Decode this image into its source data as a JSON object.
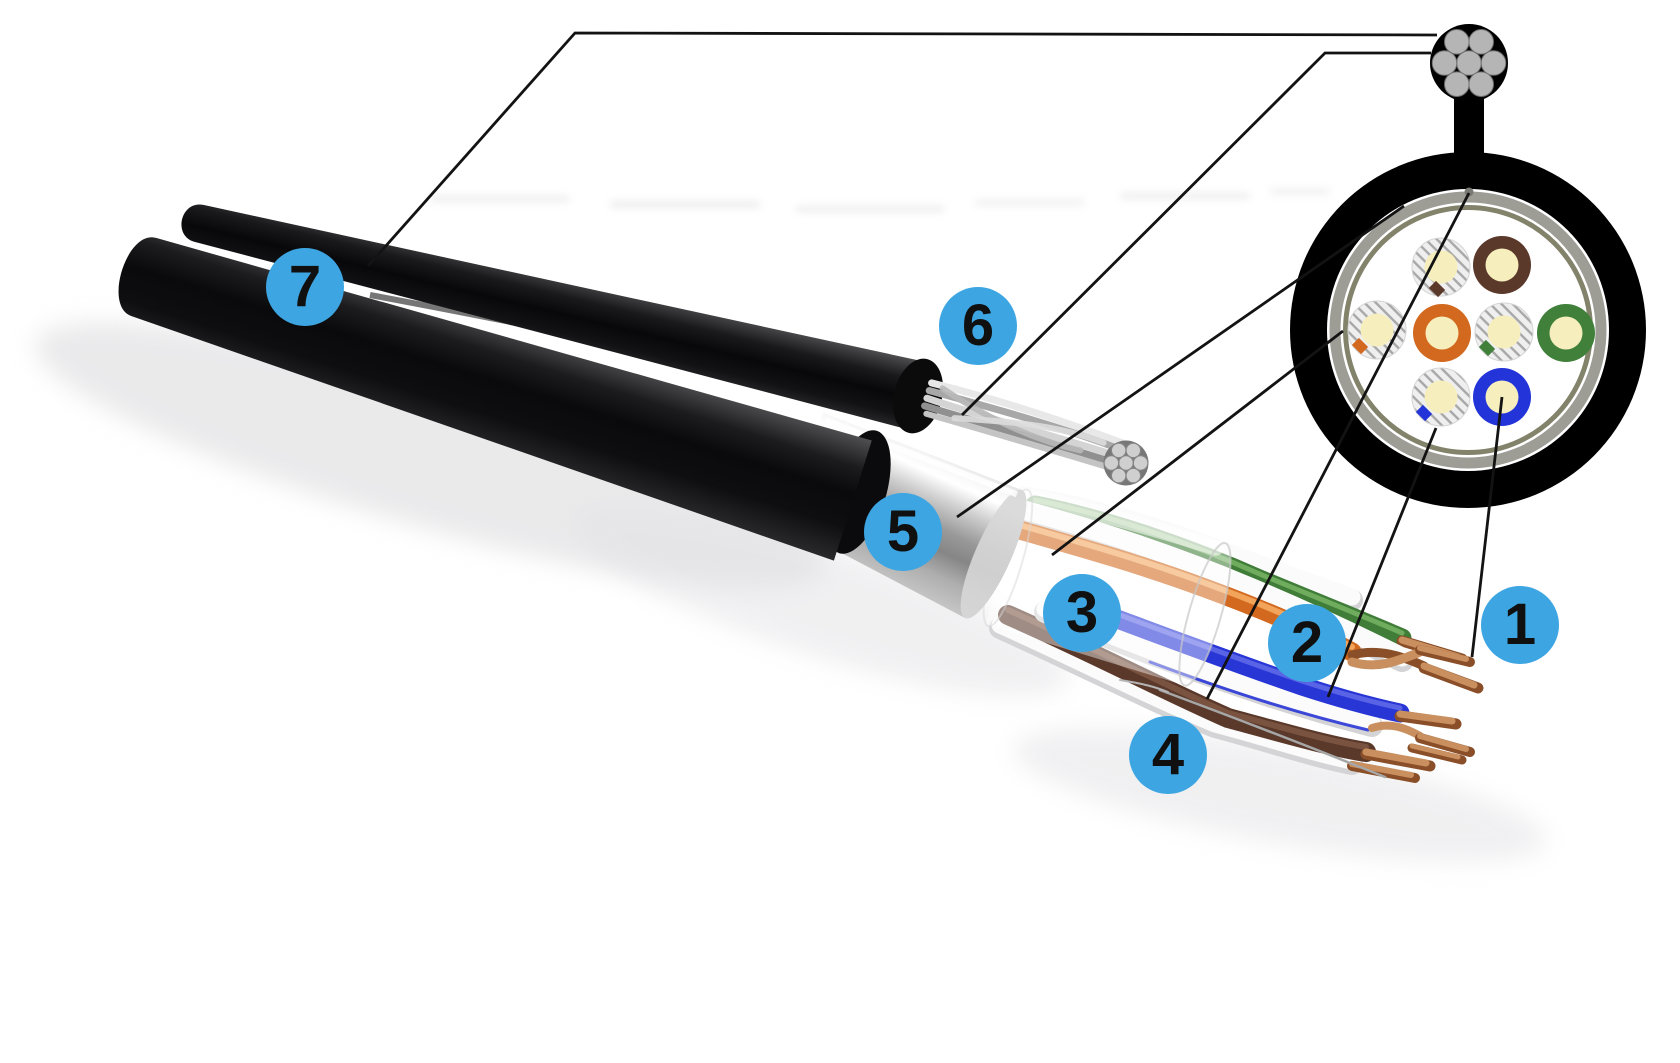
{
  "callouts": {
    "c1": {
      "label": "1"
    },
    "c2": {
      "label": "2"
    },
    "c3": {
      "label": "3"
    },
    "c4": {
      "label": "4"
    },
    "c5": {
      "label": "5"
    },
    "c6": {
      "label": "6"
    },
    "c7": {
      "label": "7"
    }
  },
  "colors": {
    "badge": "#3da6e2",
    "badge_text": "#101010",
    "jacket": "#0d0d0f",
    "steel": "#c9c9c9",
    "foil": "#b9b9b9",
    "copper": "#b5754a",
    "wire_blue": "#2334d8",
    "wire_orange": "#d2691e",
    "wire_green": "#41803b",
    "wire_brown": "#5a392b",
    "wire_white": "#f4f4f4",
    "conductor_core": "#f6efbd",
    "foil_ring": "#9d9d96",
    "wrap_ring": "#83836c",
    "leader_line": "#131313"
  }
}
